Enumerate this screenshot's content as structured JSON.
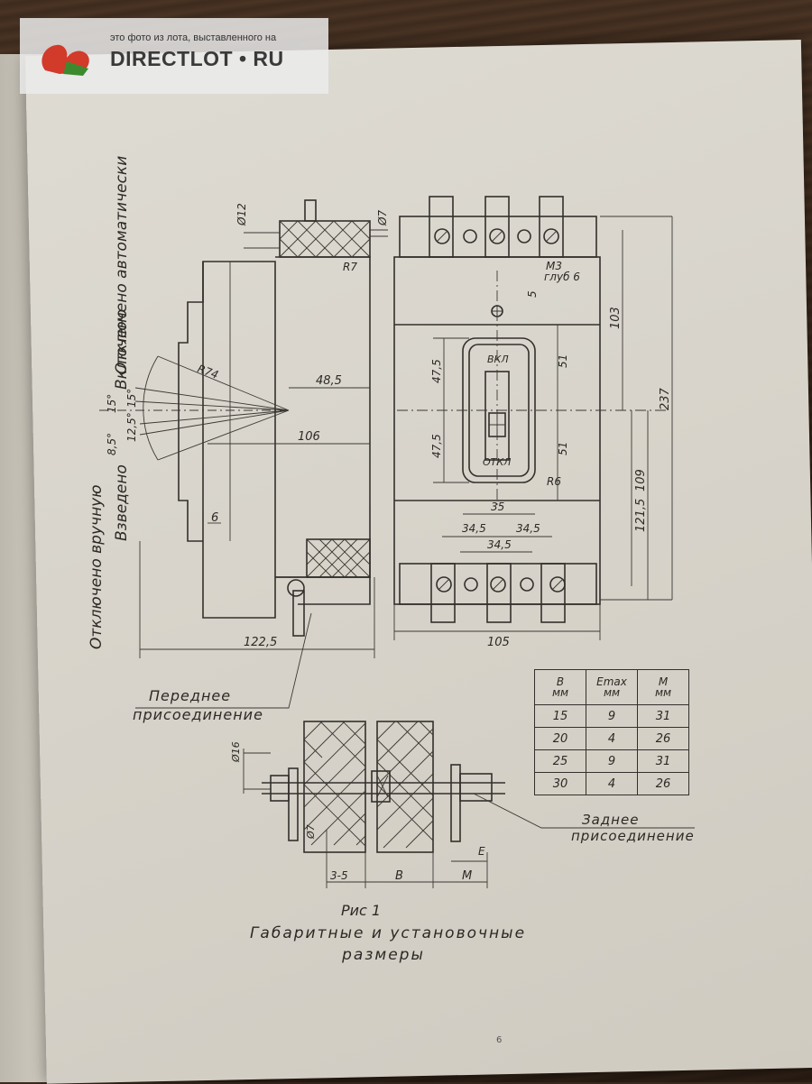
{
  "watermark": {
    "tagline": "это фото из лота, выставленного на",
    "brand": "DIRECTLOT • RU"
  },
  "side_labels": {
    "auto_off": "Отключено автоматически",
    "on": "Включено",
    "manual_off": "Отключено вручную",
    "cocked": "Взведено"
  },
  "angles": {
    "a_15a": "15°",
    "a_15b": "15°",
    "a_85": "8,5°",
    "a_125": "12,5°",
    "radius": "R74"
  },
  "dimensions": {
    "d12": "Ø12",
    "d7_top": "Ø7",
    "r7": "R7",
    "d485": "48,5",
    "d106": "106",
    "d6": "6",
    "d1225": "122,5",
    "m3": "M3",
    "depth6": "глуб 6",
    "d5": "5",
    "d103": "103",
    "d237": "237",
    "d475a": "47,5",
    "d475b": "47,5",
    "d51a": "51",
    "d51b": "51",
    "d109": "109",
    "d1215": "121,5",
    "r6": "R6",
    "d35": "35",
    "d345a": "34,5",
    "d345b": "34,5",
    "d345c": "34,5",
    "d105": "105",
    "d16": "Ø16",
    "d7_bottom": "Ø7",
    "d35range": "3-5",
    "dim_b": "B",
    "dim_m": "M",
    "dim_e": "E"
  },
  "switch_labels": {
    "on": "ВКЛ",
    "off": "ОТКЛ"
  },
  "connections": {
    "front": [
      "Переднее",
      "присоединение"
    ],
    "rear": [
      "Заднее",
      "присоединение"
    ]
  },
  "table": {
    "headers": [
      [
        "B",
        "мм"
      ],
      [
        "Emax",
        "мм"
      ],
      [
        "M",
        "мм"
      ]
    ],
    "rows": [
      [
        "15",
        "9",
        "31"
      ],
      [
        "20",
        "4",
        "26"
      ],
      [
        "25",
        "9",
        "31"
      ],
      [
        "30",
        "4",
        "26"
      ]
    ]
  },
  "caption": {
    "figure": "Рис 1",
    "title": "Габаритные и установочные",
    "subtitle": "размеры"
  },
  "page_number": "6"
}
